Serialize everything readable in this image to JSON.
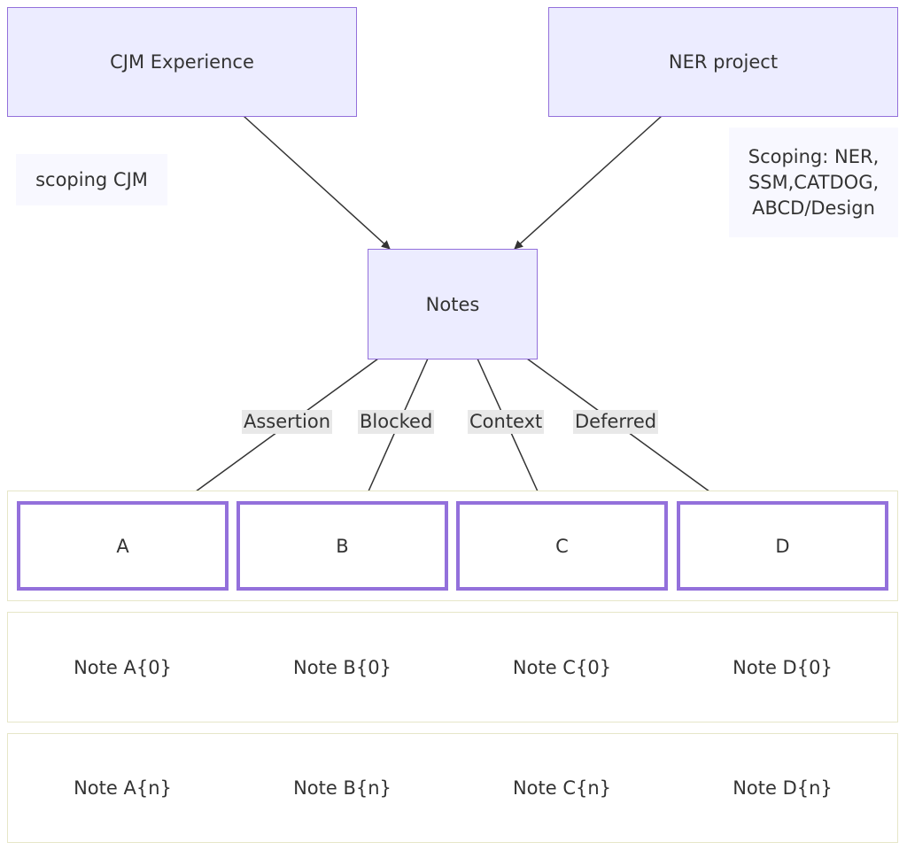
{
  "nodes": {
    "cjm": "CJM Experience",
    "ner": "NER project",
    "notes": "Notes"
  },
  "notes": {
    "cjm_note": "scoping CJM",
    "ner_note_lines": [
      "Scoping: NER,",
      "SSM,CATDOG,",
      "ABCD/Design"
    ]
  },
  "edges": {
    "assertion": "Assertion",
    "blocked": "Blocked",
    "context": "Context",
    "deferred": "Deferred"
  },
  "columns": [
    "A",
    "B",
    "C",
    "D"
  ],
  "rows": [
    [
      "Note A{0}",
      "Note B{0}",
      "Note C{0}",
      "Note D{0}"
    ],
    [
      "Note A{n}",
      "Note B{n}",
      "Note C{n}",
      "Note D{n}"
    ]
  ],
  "colors": {
    "node_fill": "#ececff",
    "node_stroke": "#9370db",
    "group_stroke": "#e6e6c8",
    "edge": "#333333",
    "edge_label_bg": "#e8e8e8"
  }
}
